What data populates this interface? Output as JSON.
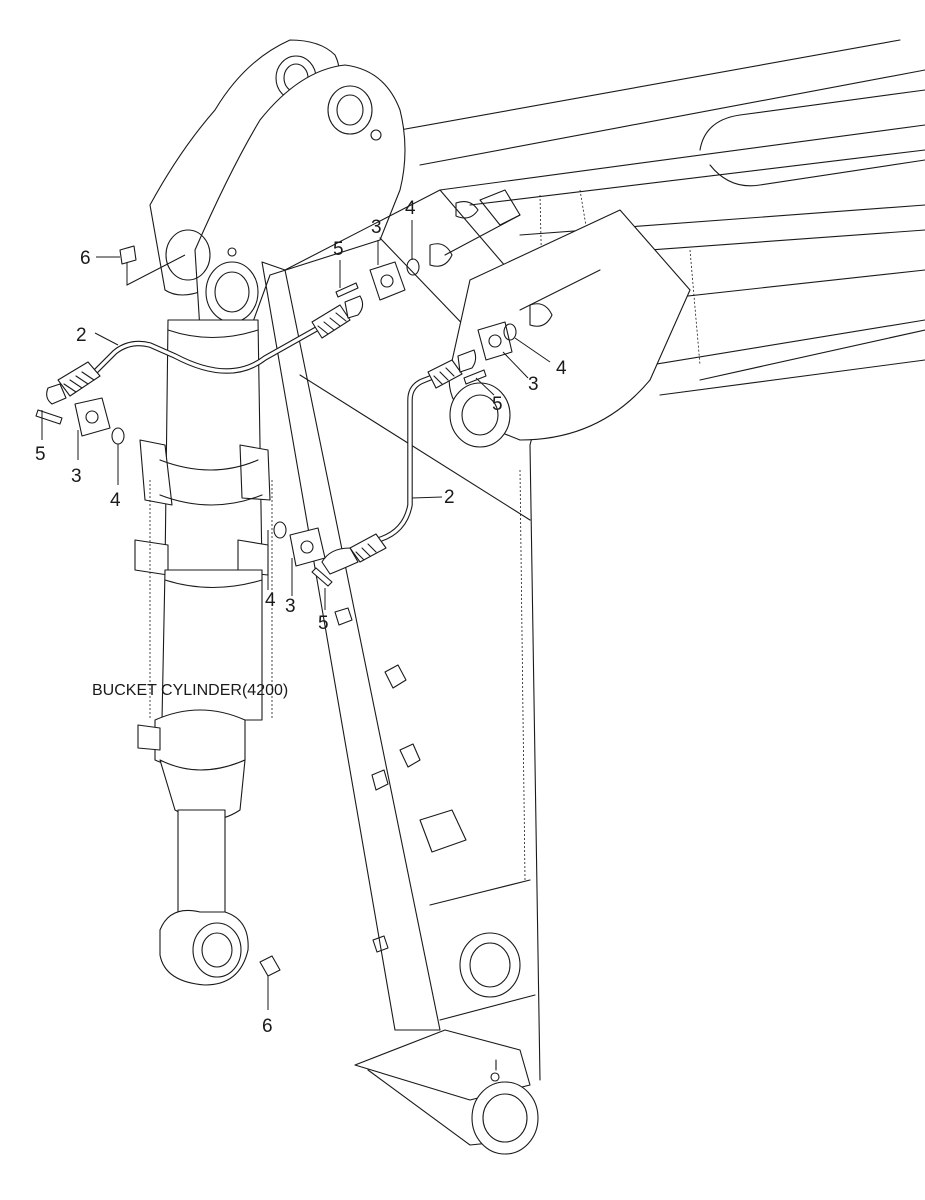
{
  "diagram": {
    "caption": "BUCKET CYLINDER(4200)",
    "callouts": {
      "c2a": "2",
      "c2b": "2",
      "c3a": "3",
      "c3b": "3",
      "c3c": "3",
      "c3d": "3",
      "c4a": "4",
      "c4b": "4",
      "c4c": "4",
      "c4d": "4",
      "c5a": "5",
      "c5b": "5",
      "c5c": "5",
      "c5d": "5",
      "c6a": "6",
      "c6b": "6"
    }
  }
}
